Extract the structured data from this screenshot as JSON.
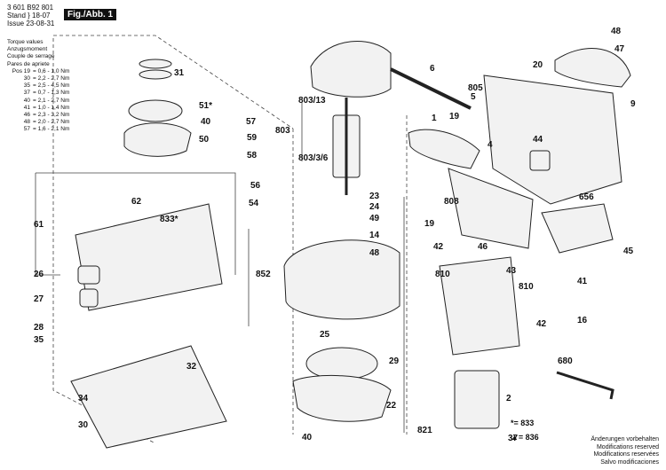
{
  "header": {
    "doc_number": "3 601 B92 801",
    "stand_label": "Stand",
    "stand_value": "18-07",
    "issue_label": "Issue",
    "issue_value": "23-08-31",
    "figure_label": "Fig./Abb. 1"
  },
  "torque": {
    "titles": [
      "Torque values",
      "Anzugsmoment",
      "Couple de serrage",
      "Pares de apriete"
    ],
    "rows": [
      {
        "pos": "Pos 19",
        "value": "= 0,6 - 1,0 Nm"
      },
      {
        "pos": "30",
        "value": "= 2,2 - 2,7 Nm"
      },
      {
        "pos": "35",
        "value": "= 2,5 - 4,5 Nm"
      },
      {
        "pos": "37",
        "value": "= 0,7 - 1,3 Nm"
      },
      {
        "pos": "40",
        "value": "= 2,1 - 2,7 Nm"
      },
      {
        "pos": "41",
        "value": "= 1,0 - 1,4 Nm"
      },
      {
        "pos": "46",
        "value": "= 2,3 - 3,2 Nm"
      },
      {
        "pos": "48",
        "value": "= 2,0 - 2,7 Nm"
      },
      {
        "pos": "57",
        "value": "= 1,6 - 2,1 Nm"
      }
    ]
  },
  "callouts": [
    "48",
    "47",
    "20",
    "9",
    "6",
    "805",
    "5",
    "19",
    "1",
    "4",
    "44",
    "803/13",
    "803",
    "803/3/6",
    "31",
    "51*",
    "40",
    "50",
    "57",
    "59",
    "58",
    "56",
    "62",
    "833*",
    "54",
    "61",
    "26",
    "852",
    "27",
    "28",
    "35",
    "32",
    "34",
    "30",
    "23",
    "24",
    "49",
    "14",
    "48",
    "808",
    "19",
    "42",
    "46",
    "810",
    "43",
    "810",
    "41",
    "42",
    "16",
    "25",
    "29",
    "22",
    "40",
    "821",
    "656",
    "45",
    "680",
    "2",
    "37"
  ],
  "legend": {
    "lines": [
      "Änderungen vorbehalten",
      "Modifications reserved",
      "Modifications reservées",
      "Salvo modificaciones"
    ],
    "star_mark": "*= 833",
    "triangle_mark": "▲= 836"
  },
  "colors": {
    "ink": "#111111",
    "frame": "#444444",
    "paper": "#ffffff"
  }
}
